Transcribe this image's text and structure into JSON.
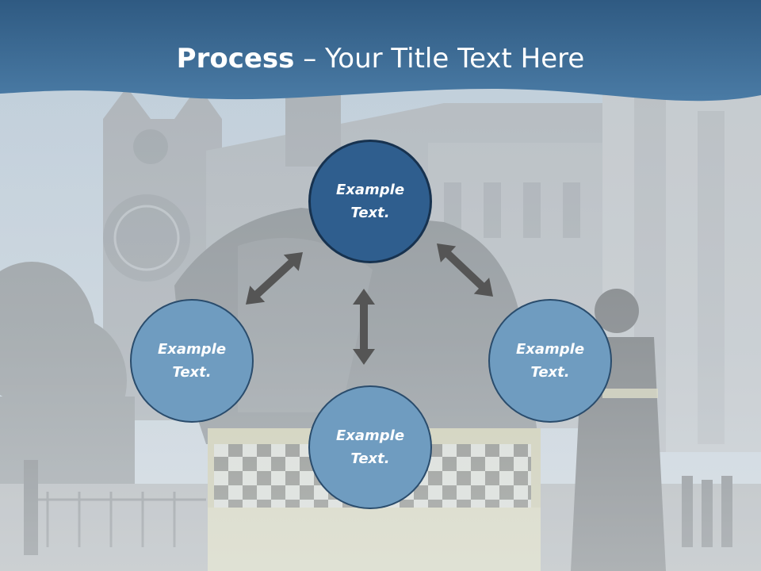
{
  "slide": {
    "title_bold": "Process",
    "title_dash": " – ",
    "title_rest": "Your Title Text Here",
    "colors": {
      "header_band": "#3f6f9a",
      "node_primary": "#2f5e8e",
      "node_secondary": "#6f9cc0",
      "node_border": "#17324f",
      "arrow": "#555555"
    }
  },
  "nodes": [
    {
      "label": "Example Text."
    },
    {
      "label": "Example Text."
    },
    {
      "label": "Example Text."
    },
    {
      "label": "Example Text."
    }
  ],
  "icons": {
    "arrow_icon_name": "double-headed-arrow-icon"
  }
}
